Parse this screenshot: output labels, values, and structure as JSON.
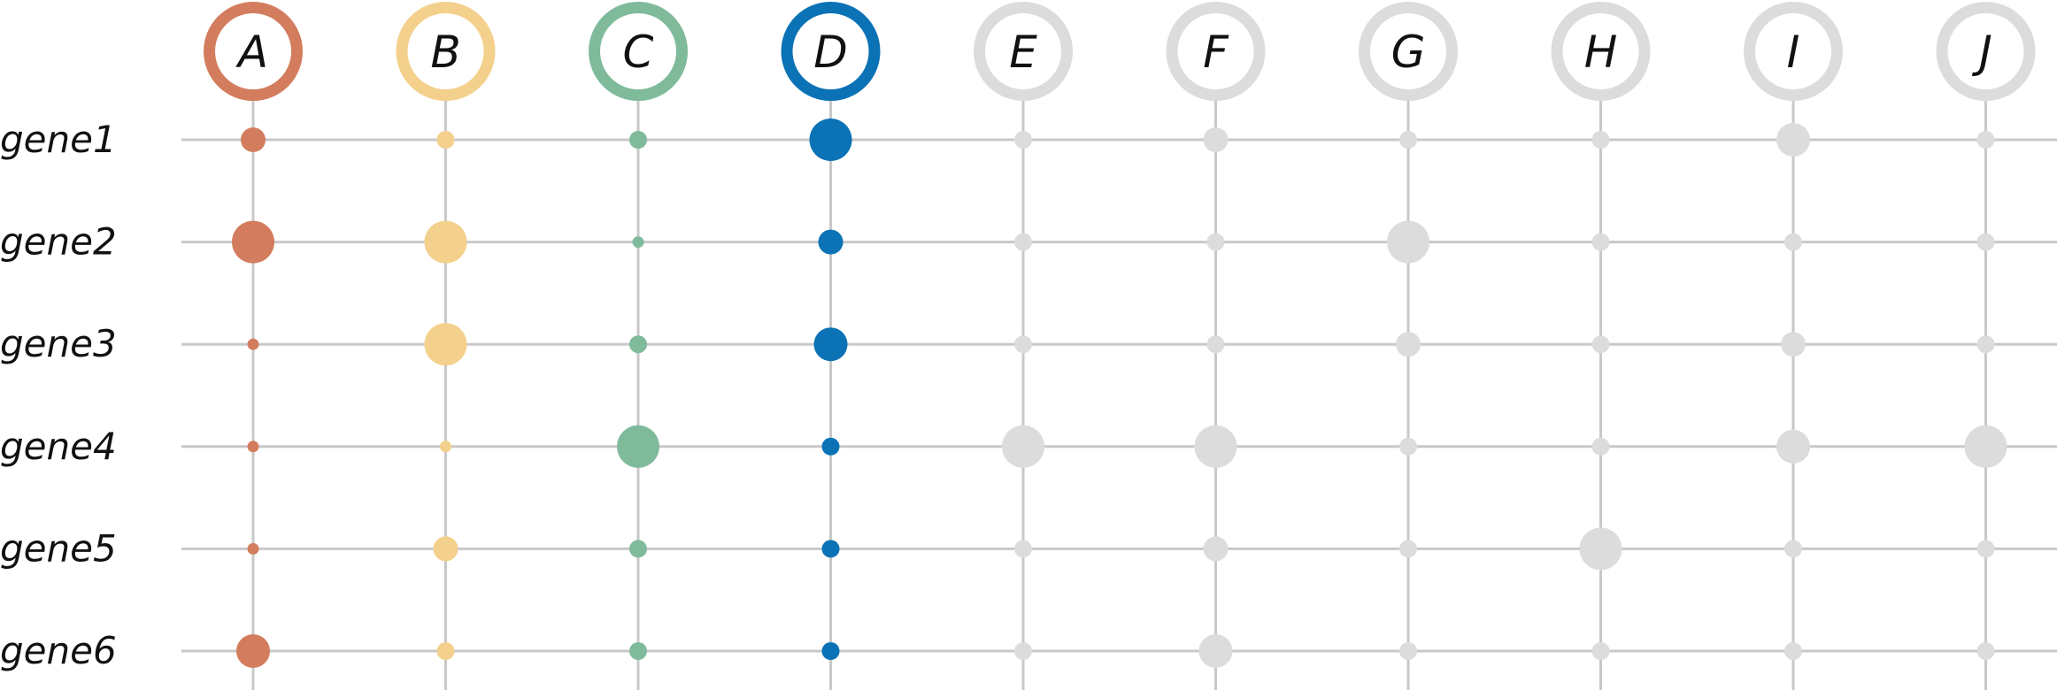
{
  "chart_data": {
    "type": "dot-matrix",
    "columns": [
      "A",
      "B",
      "C",
      "D",
      "E",
      "F",
      "G",
      "H",
      "I",
      "J"
    ],
    "rows": [
      "gene1",
      "gene2",
      "gene3",
      "gene4",
      "gene5",
      "gene6"
    ],
    "column_colors": [
      "#d37d5e",
      "#f3d08c",
      "#7fba9b",
      "#0a72b5",
      "#dcdcdc",
      "#dcdcdc",
      "#dcdcdc",
      "#dcdcdc",
      "#dcdcdc",
      "#dcdcdc"
    ],
    "values": [
      [
        3,
        2,
        2,
        5,
        2,
        3,
        2,
        2,
        4,
        2
      ],
      [
        5,
        5,
        1,
        3,
        2,
        2,
        5,
        2,
        2,
        2
      ],
      [
        1,
        5,
        2,
        4,
        2,
        2,
        3,
        2,
        3,
        2
      ],
      [
        1,
        1,
        5,
        2,
        5,
        5,
        2,
        2,
        4,
        5
      ],
      [
        1,
        3,
        2,
        2,
        2,
        3,
        2,
        5,
        2,
        2
      ],
      [
        4,
        2,
        2,
        2,
        2,
        4,
        2,
        2,
        2,
        2
      ]
    ],
    "grid": true
  }
}
